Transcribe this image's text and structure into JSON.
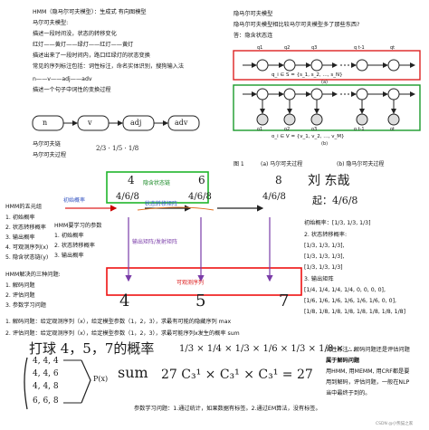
{
  "top_left": {
    "line1": "HMM（隐马尔可夫模型）：生成式 有向图模型",
    "line2": "马尔可夫模型:",
    "line3": "描述一段时间没，状态的转移变化",
    "line4": "红灯——黄灯——绿灯——红灯——黄灯",
    "line5": "描述出来了一段时间内，路口红绿灯的状态变换",
    "line6": "常见的序列标注包括：词性标注，命名实体识别，搜狗输入法",
    "line7": "n——v——adj——adv",
    "line8": "描述一个句子中词性的变换过程",
    "chain": [
      "n",
      "v",
      "adj",
      "adv"
    ],
    "probs_label_1": "马尔可夫链",
    "probs_label_2": "马尔可夫过程",
    "probs": "2/3 · 1/5 · 1/8"
  },
  "top_right": {
    "title": "隐马尔可夫模型",
    "question": "隐马尔可夫模型相比较马尔可夫模型多了那些东西?",
    "answer": "答：隐含状态连",
    "caption_a": "(a) 马尔可夫过程",
    "caption_b": "(b) 隐马尔可夫过程",
    "fig_label": "图 1",
    "eq1": "q_i ∈ S = {s_1, s_2, …, s_N}",
    "eq2": "o_i ∈ V = {v_1, v_2, …, v_M}",
    "nodes_top": [
      "q1",
      "q2",
      "q3",
      "q t-1",
      "qt"
    ],
    "nodes_obs": [
      "o1",
      "o2",
      "o3",
      "o t-1",
      "ot"
    ],
    "sub_a": "(a)",
    "sub_b": "(b)"
  },
  "middle_left": {
    "five_title": "HMM的五元组",
    "five_items": [
      "1. 初始概率",
      "2. 状态转移概率",
      "3. 输出概率",
      "4. 可观测序列(x)",
      "5. 隐含状态链(y)"
    ],
    "needs_title": "HMM要学习的参数",
    "needs_items": [
      "1. 初始概率",
      "2. 状态转移概率",
      "3. 输出概率"
    ],
    "solve_title": "HMM解决的三种问题:",
    "solve_items": [
      "1. 解码问题",
      "2. 评估问题",
      "3. 参数学习问题"
    ]
  },
  "diagram": {
    "hidden_label": "隐含状态链",
    "init_label": "初始概率",
    "trans_label": "状态转移矩阵",
    "emit_label": "输出矩阵/发射矩阵",
    "obs_label": "可观测序列",
    "top_nums": [
      "4",
      "6",
      "8"
    ],
    "mid_nums": [
      "4/6/8",
      "4/6/8",
      "4/6/8"
    ],
    "obs_nums": [
      "4",
      "5",
      "7"
    ]
  },
  "right_notes": {
    "hand1": "刘    东哉",
    "hand2": "起：4/6/8",
    "l1": "初始概率：[1/3, 1/3, 1/3]",
    "l2": "2. 状态转移概率:",
    "l3": "[1/3, 1/3, 1/3],",
    "l4": "[1/3, 1/3, 1/3],",
    "l5": "[1/3, 1/3, 1/3]",
    "l6": "3. 输出矩阵",
    "l7": "[1/4, 1/4, 1/4, 1/4, 0, 0, 0, 0],",
    "l8": "[1/6, 1/6, 1/6, 1/6, 1/6, 1/6, 0, 0],",
    "l9": "[1/8, 1/8, 1/8, 1/8, 1/8, 1/8, 1/8, 1/8]"
  },
  "bottom": {
    "q1": "1. 解码问题：给定观测序列（x），给定模型参数（1，2，3），求最有可能的隐藏序列   max",
    "q2": "2. 评估问题：给定观测序列（x），给定模型参数（1，2，3），求最可能序列x发生的概率   sum",
    "hand_title": "打球 4，5，7的概率",
    "tree_rows": [
      "4, 4, 4",
      "4, 4, 6",
      "4, 4, 8",
      "6, 6, 8"
    ],
    "tree_label": "P(x)",
    "sum": "sum",
    "formula1": "1/3 × 1/4 × 1/3 × 1/6 × 1/3 × 1/8 × …",
    "formula2": "27  C₃¹ × C₃¹ × C₃¹ = 27",
    "param_line": "参数学习问题：1.通过统计，如果数据有标签。2.通过EM算法，没有标签。",
    "side1": "词性标注：解码问题还是评估问题",
    "side2": "属于解码问题",
    "side3": "用HMM, 用MEMM, 用CRF都是要",
    "side4": "用到解码，评估问题，一般在NLP",
    "side5": "当中最终于到的。",
    "watermark": "CSDN @小熊猫之家"
  }
}
